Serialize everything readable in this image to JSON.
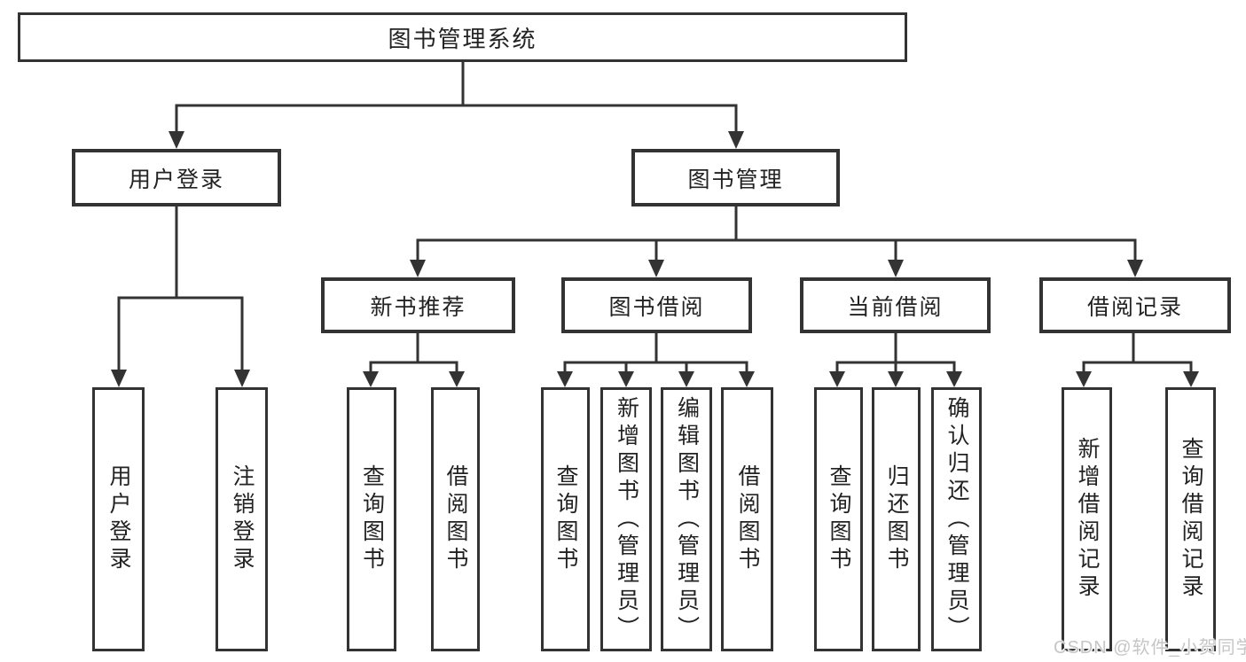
{
  "colors": {
    "background": "#ffffff",
    "line": "#333333",
    "text": "#222222",
    "watermark": "#c6c6c6"
  },
  "tree": {
    "root": {
      "label": "图书管理系统"
    },
    "branches": [
      {
        "label": "用户登录",
        "children": [
          {
            "label": "用户登录"
          },
          {
            "label": "注销登录"
          }
        ]
      },
      {
        "label": "图书管理",
        "children": [
          {
            "label": "新书推荐",
            "children": [
              {
                "label": "查询图书"
              },
              {
                "label": "借阅图书"
              }
            ]
          },
          {
            "label": "图书借阅",
            "children": [
              {
                "label": "查询图书"
              },
              {
                "label": "新增图书（管理员）"
              },
              {
                "label": "编辑图书（管理员）"
              },
              {
                "label": "借阅图书"
              }
            ]
          },
          {
            "label": "当前借阅",
            "children": [
              {
                "label": "查询图书"
              },
              {
                "label": "归还图书"
              },
              {
                "label": "确认归还（管理员）"
              }
            ]
          },
          {
            "label": "借阅记录",
            "children": [
              {
                "label": "新增借阅记录"
              },
              {
                "label": "查询借阅记录"
              }
            ]
          }
        ]
      }
    ]
  },
  "watermark": "CSDN @软件_小贺同学"
}
